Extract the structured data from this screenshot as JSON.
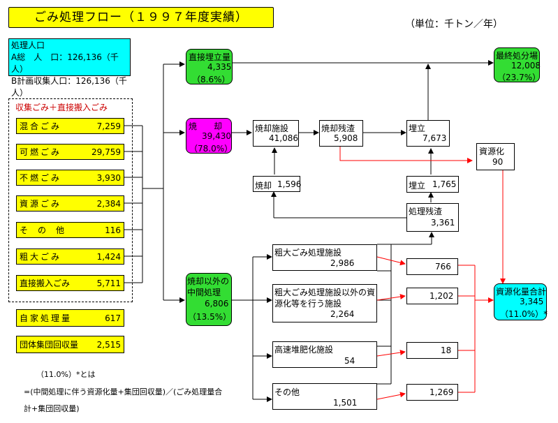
{
  "title": "ごみ処理フロー（１９９７年度実績）",
  "unit": "（単位：千トン／年）",
  "input_box": {
    "header": "処理人口",
    "line_a": "A総　人　口：126,136（千人）",
    "line_b": "B計画収集人口：126,136（千人）"
  },
  "collect_label": "収集ごみ＋直接搬入ごみ",
  "waste": [
    {
      "label": "混合ごみ",
      "value": "7,259"
    },
    {
      "label": "可燃ごみ",
      "value": "29,759"
    },
    {
      "label": "不燃ごみ",
      "value": "3,930"
    },
    {
      "label": "資源ごみ",
      "value": "2,384"
    },
    {
      "label": "その他",
      "value": "116"
    },
    {
      "label": "粗大ごみ",
      "value": "1,424"
    },
    {
      "label": "直接搬入ごみ",
      "value": "5,711"
    }
  ],
  "self_treatment": {
    "label": "自家処理量",
    "value": "617"
  },
  "group_collection": {
    "label": "団体集団回収量",
    "value": "2,515"
  },
  "nodes": {
    "direct_landfill": {
      "label": "直接埋立量",
      "value": "4,335",
      "pct": "（8.6%）"
    },
    "incineration": {
      "label": "焼　　却",
      "value": "39,430",
      "pct": "（78.0%）"
    },
    "intermediate": {
      "label1": "焼却以外の",
      "label2": "中間処理",
      "value": "6,806",
      "pct": "（13.5%）"
    },
    "incin_facility": {
      "label": "焼却施設",
      "value": "41,086"
    },
    "incin_residue": {
      "label": "焼却残渣",
      "value": "5,908"
    },
    "landfill1": {
      "label": "埋立",
      "value": "7,673"
    },
    "final_disposal": {
      "label": "最終処分場",
      "value": "12,008",
      "pct": "（23.7%）"
    },
    "recycle": {
      "label": "資源化",
      "value": "90"
    },
    "incin_back": {
      "label": "焼却",
      "value": "1,596"
    },
    "landfill2": {
      "label": "埋立",
      "value": "1,765"
    },
    "proc_residue": {
      "label": "処理残渣",
      "value": "3,361"
    },
    "bulky_facility": {
      "label": "粗大ごみ処理施設",
      "value": "2,986"
    },
    "resource_facility": {
      "label1": "粗大ごみ処理施設以外の資",
      "label2": "源化等を行う施設",
      "value": "2,264"
    },
    "compost": {
      "label": "高速堆肥化施設",
      "value": "54"
    },
    "other": {
      "label": "その他",
      "value": "1,501"
    },
    "r1": {
      "value": "766"
    },
    "r2": {
      "value": "1,202"
    },
    "r3": {
      "value": "18"
    },
    "r4": {
      "value": "1,269"
    },
    "recycle_total": {
      "label": "資源化量合計",
      "value": "3,345",
      "pct": "（11.0%）*"
    }
  },
  "notes": {
    "line1": "（11.0%）*とは",
    "line2": "=(中間処理に伴う資源化量+集団回収量)／(ごみ処理量合",
    "line3": "計+集団回収量)"
  },
  "colors": {
    "yellow": "#ffff00",
    "cyan": "#00ffff",
    "green": "#33dd33",
    "magenta": "#ff00ff",
    "red": "#ff0000"
  }
}
